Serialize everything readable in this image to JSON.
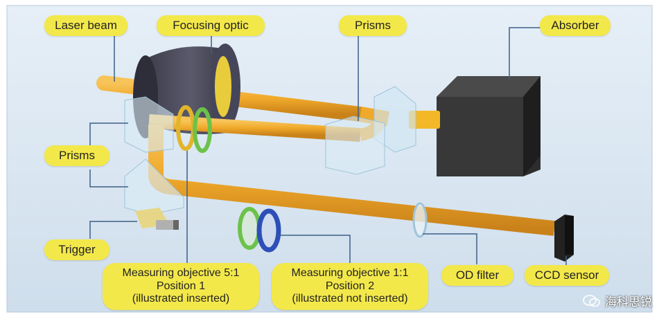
{
  "labels": {
    "laser_beam": "Laser beam",
    "focusing_optic": "Focusing optic",
    "prisms_top": "Prisms",
    "absorber": "Absorber",
    "prisms_left": "Prisms",
    "trigger": "Trigger",
    "measuring_5_1": {
      "line1": "Measuring objective 5:1",
      "line2": "Position 1",
      "line3": "(illustrated inserted)"
    },
    "measuring_1_1": {
      "line1": "Measuring objective 1:1",
      "line2": "Position 2",
      "line3": "(illustrated not inserted)"
    },
    "od_filter": "OD filter",
    "ccd_sensor": "CCD sensor"
  },
  "watermark": "海科思锐",
  "colors": {
    "background": "#dbe8f3",
    "label": "#f3e84a",
    "beam": "#f0a92a",
    "focusing_optic": "#4a4a5a",
    "absorber": "#3a3a3a",
    "green_ring": "#6cc24a",
    "blue_ring": "#2c4fb8",
    "leader": "#3b5f86"
  }
}
